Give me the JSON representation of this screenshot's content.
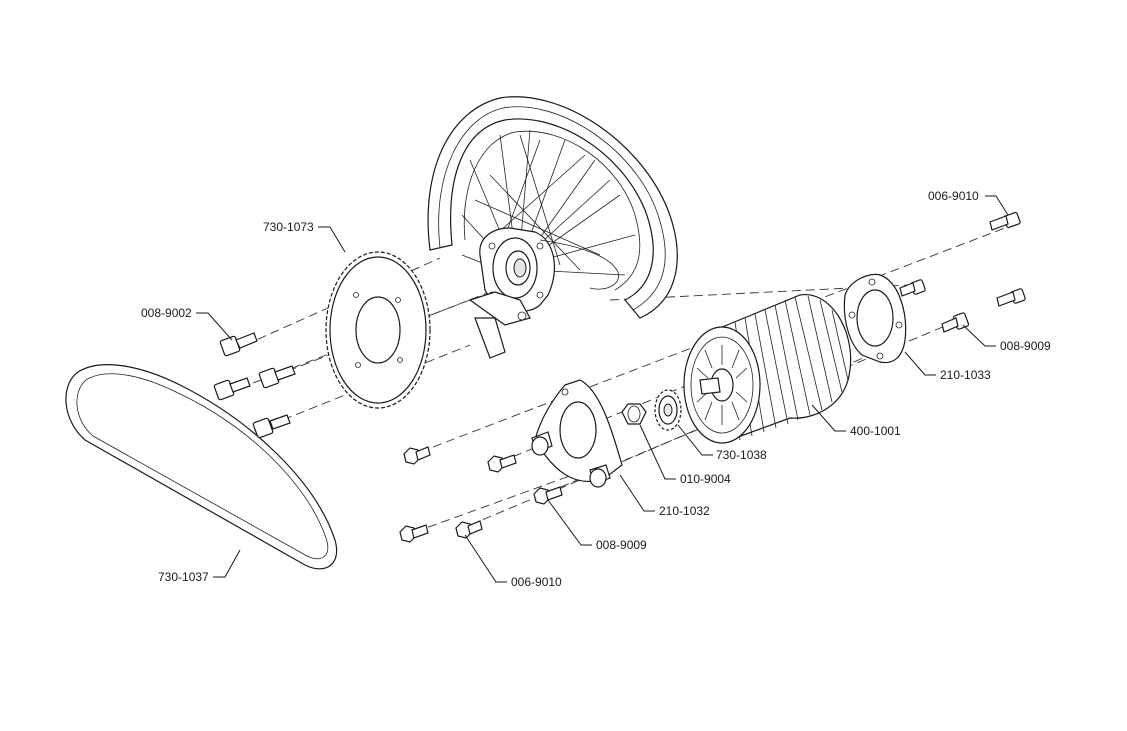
{
  "diagram": {
    "labels": [
      {
        "id": "lbl-730-1073",
        "text": "730-1073"
      },
      {
        "id": "lbl-008-9002",
        "text": "008-9002"
      },
      {
        "id": "lbl-006-9010-top",
        "text": "006-9010"
      },
      {
        "id": "lbl-008-9009-right",
        "text": "008-9009"
      },
      {
        "id": "lbl-210-1033",
        "text": "210-1033"
      },
      {
        "id": "lbl-400-1001",
        "text": "400-1001"
      },
      {
        "id": "lbl-730-1038",
        "text": "730-1038"
      },
      {
        "id": "lbl-010-9004",
        "text": "010-9004"
      },
      {
        "id": "lbl-210-1032",
        "text": "210-1032"
      },
      {
        "id": "lbl-008-9009-bottom",
        "text": "008-9009"
      },
      {
        "id": "lbl-006-9010-bottom",
        "text": "006-9010"
      },
      {
        "id": "lbl-730-1037",
        "text": "730-1037"
      }
    ]
  }
}
